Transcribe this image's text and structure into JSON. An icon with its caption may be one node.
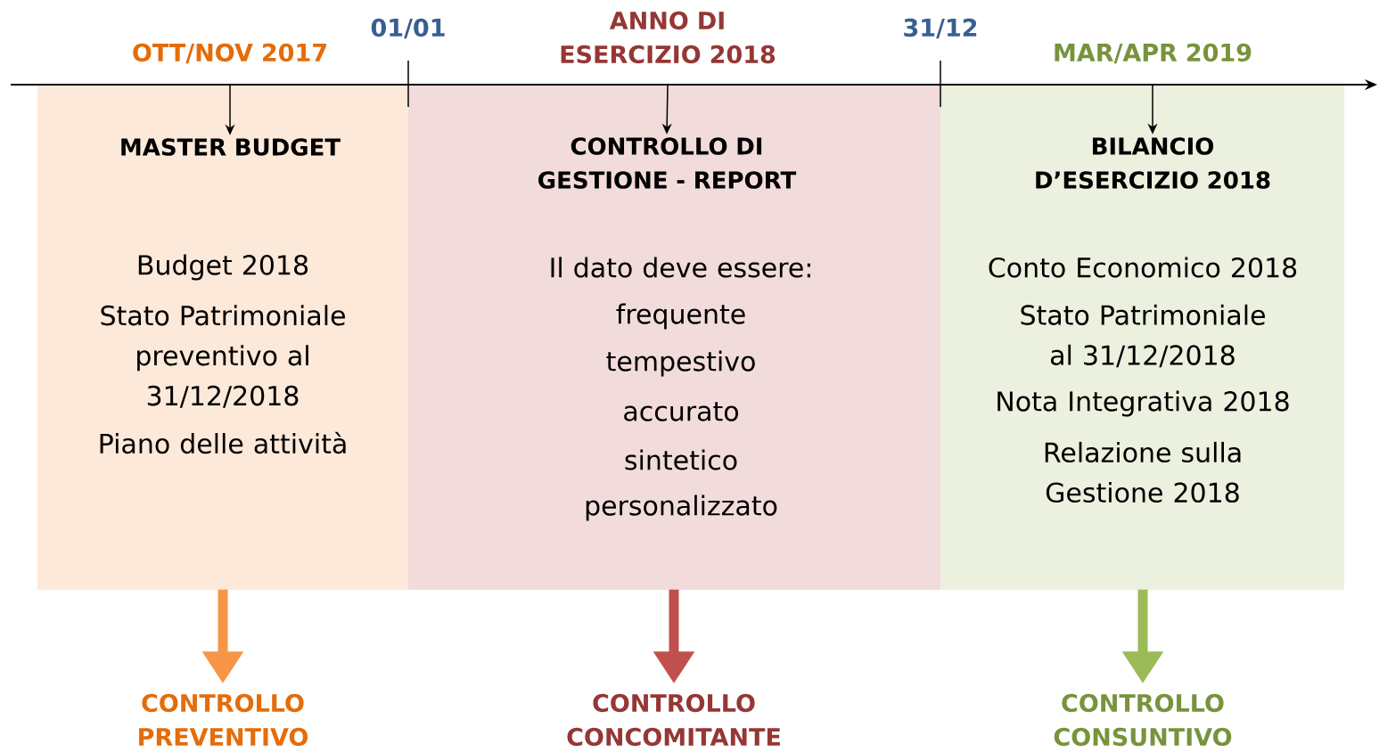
{
  "diagram": {
    "nodes": [
      {
        "text": [
          "Budget 2018",
          "Stato Patrimoniale preventivo al 31/12/2018",
          "Piano delle attività"
        ]
      },
      {
        "text": [
          "MASTER BUDGET"
        ],
        "in": 0
      },
      {
        "text": [
          "Il dato deve essere:",
          "frequente",
          "tempestivo",
          "accurato",
          "sintetico",
          "personalizzato"
        ]
      },
      {
        "text": [
          "CONTROLLO DI GESTIONE - REPORT"
        ],
        "in": 2
      },
      {
        "text": [
          "Conto Economico 2018",
          "Stato Patrimoniale al 31/12/2018",
          "Nota Integrativa 2018",
          "Relazione sulla Gestione 2018"
        ]
      },
      {
        "text": [
          "BILANCIO D’ESERCIZIO 2018"
        ],
        "in": 4
      },
      {
        "text": [
          "OTT/NOV 2017"
        ]
      },
      {
        "text": [
          "ANNO DI ESERCIZIO 2018"
        ]
      },
      {
        "text": [
          "MAR/APR 2019"
        ]
      },
      {
        "text": [
          "CONTROLLO PREVENTIVO"
        ]
      },
      {
        "text": [
          "CONTROLLO CONCOMITANTE"
        ]
      },
      {
        "text": [
          "CONTROLLO CONSUNTIVO"
        ]
      }
    ],
    "edges": [
      {
        "from": 6,
        "to": 1,
        "arrow": "to"
      },
      {
        "from": 7,
        "to": 3,
        "arrow": "to"
      },
      {
        "from": 8,
        "to": 5,
        "arrow": "to"
      },
      {
        "from": 0,
        "to": 9,
        "arrow": "to",
        "style": "thick",
        "color": "#f79646"
      },
      {
        "from": 2,
        "to": 10,
        "arrow": "to",
        "style": "thick",
        "color": "#c0504d"
      },
      {
        "from": 4,
        "to": 11,
        "arrow": "to",
        "style": "thick",
        "color": "#9bbb59"
      }
    ],
    "labels": [
      "01/01",
      "31/12"
    ]
  }
}
